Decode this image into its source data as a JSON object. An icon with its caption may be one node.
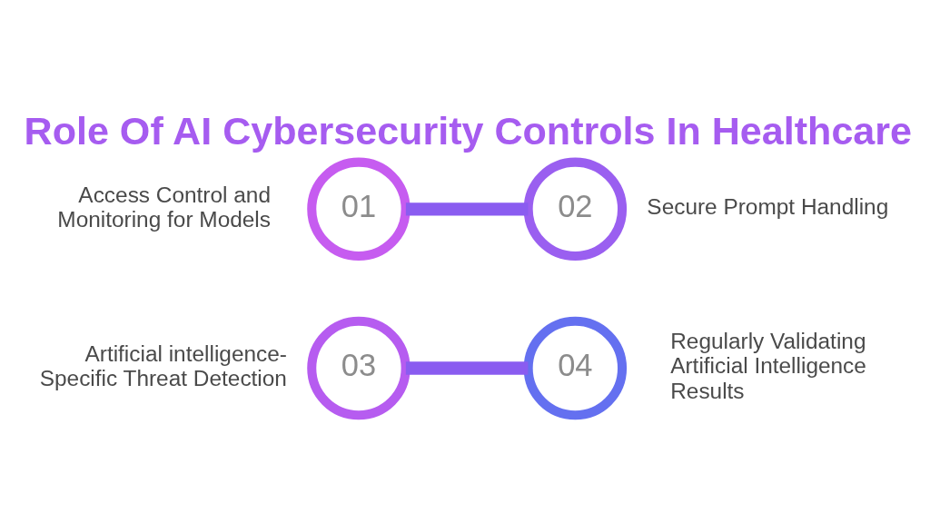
{
  "diagram": {
    "title": "Role Of AI Cybersecurity Controls In Healthcare",
    "nodes": [
      {
        "text": [
          "01"
        ],
        "beside": [
          "Access Control and Monitoring for Models"
        ]
      },
      {
        "text": [
          "02"
        ],
        "beside": [
          "Secure Prompt Handling"
        ]
      },
      {
        "text": [
          "03"
        ],
        "beside": [
          "Artificial intelligence-Specific Threat Detection"
        ]
      },
      {
        "text": [
          "04"
        ],
        "beside": [
          "Regularly Validating Artificial Intelligence Results"
        ]
      }
    ],
    "edges": [
      {
        "from": 0,
        "to": 1,
        "arrow": "none"
      },
      {
        "from": 2,
        "to": 3,
        "arrow": "none"
      }
    ]
  }
}
